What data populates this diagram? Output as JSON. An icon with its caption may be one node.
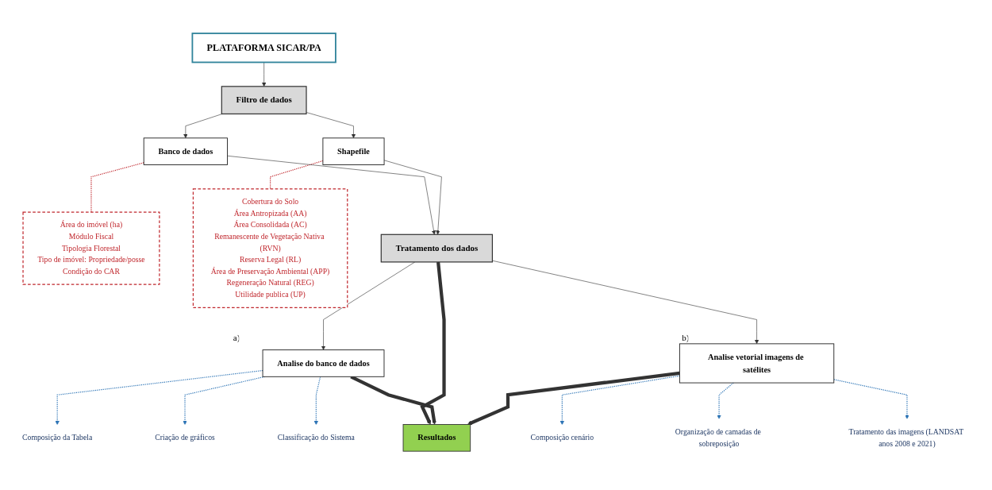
{
  "diagram": {
    "nodes": [
      {
        "text": [
          "PLATAFORMA SICAR/PA"
        ]
      },
      {
        "text": [
          "Filtro de dados"
        ]
      },
      {
        "text": [
          "Banco de dados"
        ]
      },
      {
        "text": [
          "Shapefile"
        ]
      },
      {
        "text": [
          "Área do imóvel (ha)",
          "Módulo Fiscal",
          "Tipologia Florestal",
          "Tipo de imóvel: Propriedade/posse",
          "Condição do CAR"
        ]
      },
      {
        "text": [
          "Cobertura do Solo",
          "Área Antropizada (AA)",
          "Área Consolidada (AC)",
          "Remanescente de Vegetação Nativa (RVN)",
          "Reserva Legal (RL)",
          "Área de Preservação Ambiental (APP)",
          "Regeneração Natural (REG)",
          "Utilidade publica (UP)"
        ]
      },
      {
        "text": [
          "Tratamento dos dados"
        ]
      },
      {
        "text": [
          "Analise do banco de dados"
        ],
        "beside": [
          "a)"
        ]
      },
      {
        "text": [
          "Analise vetorial imagens de satélites"
        ],
        "beside": [
          "b)"
        ]
      },
      {
        "text": [
          "Resultados"
        ]
      },
      {
        "text": [
          "Composição da Tabela"
        ]
      },
      {
        "text": [
          "Criação de gráficos"
        ]
      },
      {
        "text": [
          "Classificação do Sistema"
        ]
      },
      {
        "text": [
          "Composição cenário"
        ]
      },
      {
        "text": [
          "Organização de camadas de sobreposição"
        ]
      },
      {
        "text": [
          "Tratamento das imagens (LANDSAT anos 2008 e 2021)"
        ]
      }
    ],
    "edges": [
      {
        "from": 0,
        "to": 1,
        "arrow": "to"
      },
      {
        "from": 1,
        "to": 2,
        "arrow": "to"
      },
      {
        "from": 1,
        "to": 3,
        "arrow": "to"
      },
      {
        "from": 2,
        "to": 4,
        "arrow": "none",
        "style": "dashed",
        "color": "#c0272d"
      },
      {
        "from": 3,
        "to": 5,
        "arrow": "none",
        "style": "dashed",
        "color": "#c0272d"
      },
      {
        "from": 2,
        "to": 6,
        "arrow": "to"
      },
      {
        "from": 3,
        "to": 6,
        "arrow": "to"
      },
      {
        "from": 6,
        "to": 7,
        "arrow": "to"
      },
      {
        "from": 6,
        "to": 9,
        "arrow": "to",
        "style": "thick"
      },
      {
        "from": 6,
        "to": 8,
        "arrow": "to"
      },
      {
        "from": 7,
        "to": 10,
        "arrow": "to",
        "style": "dashed",
        "color": "#2e75b6"
      },
      {
        "from": 7,
        "to": 11,
        "arrow": "to",
        "style": "dashed",
        "color": "#2e75b6"
      },
      {
        "from": 7,
        "to": 12,
        "arrow": "to",
        "style": "dashed",
        "color": "#2e75b6"
      },
      {
        "from": 8,
        "to": 13,
        "arrow": "to",
        "style": "dashed",
        "color": "#2e75b6"
      },
      {
        "from": 8,
        "to": 14,
        "arrow": "to",
        "style": "dashed",
        "color": "#2e75b6"
      },
      {
        "from": 8,
        "to": 15,
        "arrow": "to",
        "style": "dashed",
        "color": "#2e75b6"
      },
      {
        "from": 7,
        "to": 9,
        "arrow": "to",
        "style": "thick"
      },
      {
        "from": 8,
        "to": 9,
        "arrow": "to",
        "style": "thick"
      }
    ]
  }
}
